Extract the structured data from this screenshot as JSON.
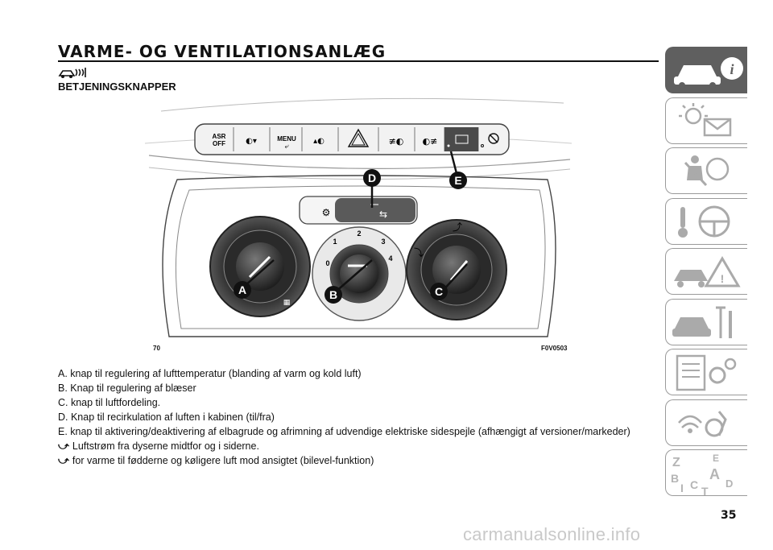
{
  "header": {
    "title": "VARME- OG VENTILATIONSANLÆG",
    "icon": "car-climate-icon",
    "section_heading": "BETJENINGSKNAPPER"
  },
  "figure": {
    "number": "70",
    "code": "F0V0503",
    "callouts": [
      "A",
      "B",
      "C",
      "D",
      "E"
    ],
    "buttons": {
      "asr": "ASR\nOFF",
      "menu": "MENU"
    },
    "fan_scale": [
      "0",
      "1",
      "2",
      "3",
      "4"
    ]
  },
  "legend": [
    {
      "text": "A. knap til regulering af lufttemperatur (blanding af varm og kold luft)"
    },
    {
      "text": "B. Knap til regulering af blæser"
    },
    {
      "text": "C. knap til luftfordeling."
    },
    {
      "text": "D. Knap til recirkulation af luften i kabinen (til/fra)"
    },
    {
      "text": "E. knap til aktivering/deaktivering af elbagrude og afrimning af udvendige elektriske sidespejle (afhængigt af versioner/markeder)"
    },
    {
      "icon": "air-vent-face-icon",
      "text": "Luftstrøm fra dyserne midtfor og i siderne."
    },
    {
      "icon": "air-vent-bilevel-icon",
      "text": "for varme til fødderne og køligere luft mod ansigtet (bilevel-funktion)"
    }
  ],
  "side_tabs": [
    {
      "icon": "car-info-icon",
      "active": true
    },
    {
      "icon": "warning-light-message-icon",
      "active": false
    },
    {
      "icon": "seatbelt-airbag-icon",
      "active": false
    },
    {
      "icon": "key-steering-wheel-icon",
      "active": false
    },
    {
      "icon": "car-accident-warning-icon",
      "active": false
    },
    {
      "icon": "car-maintenance-icon",
      "active": false
    },
    {
      "icon": "technical-data-icon",
      "active": false
    },
    {
      "icon": "multimedia-icon",
      "active": false
    },
    {
      "icon": "alphabetical-index-icon",
      "active": false
    }
  ],
  "page_number": "35",
  "watermark": "carmanualsonline.info"
}
